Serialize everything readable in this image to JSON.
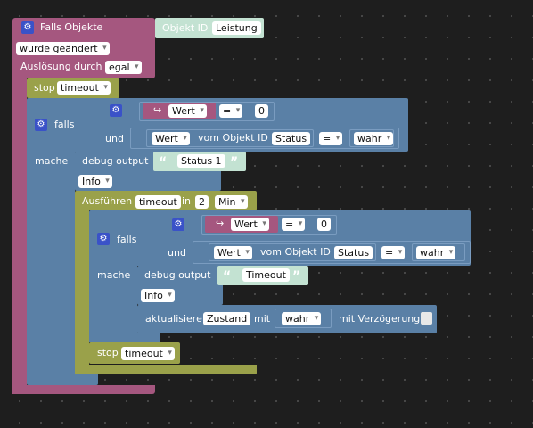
{
  "trigger": {
    "title": "Falls Objekte",
    "object_id_label": "Objekt ID",
    "object_id_value": "Leistung",
    "changed_option": "wurde geändert",
    "trigger_by_label": "Auslösung durch",
    "trigger_by_value": "egal"
  },
  "stop_top": {
    "label": "stop",
    "value": "timeout"
  },
  "if_outer": {
    "falls_label": "falls",
    "und_label": "und",
    "mache_label": "mache",
    "var_label": "Wert",
    "op": "=",
    "number": "0",
    "cond2_field": "Wert",
    "cond2_mid": "vom Objekt ID",
    "cond2_id": "Status",
    "cond2_op": "=",
    "cond2_value": "wahr"
  },
  "debug1": {
    "label": "debug output",
    "text": "Status 1",
    "level": "Info"
  },
  "timeout_block": {
    "label": "Ausführen",
    "name": "timeout",
    "in_label": "in",
    "amount": "2",
    "unit": "Min"
  },
  "if_inner": {
    "falls_label": "falls",
    "und_label": "und",
    "mache_label": "mache",
    "var_label": "Wert",
    "op": "=",
    "number": "0",
    "cond2_field": "Wert",
    "cond2_mid": "vom Objekt ID",
    "cond2_id": "Status",
    "cond2_op": "=",
    "cond2_value": "wahr"
  },
  "debug2": {
    "label": "debug output",
    "text": "Timeout",
    "level": "Info"
  },
  "update": {
    "label": "aktualisiere",
    "target": "Zustand",
    "mit_label": "mit",
    "value": "wahr",
    "delay_label": "mit Verzögerung"
  },
  "stop_bottom": {
    "label": "stop",
    "value": "timeout"
  },
  "icons": {
    "gear": "gear-icon",
    "var": "arrow-icon"
  },
  "colors": {
    "event": "#a5577f",
    "timer": "#9aa14a",
    "logic": "#5a80a6",
    "text": "#c3e2d2",
    "gear": "#3a52c8"
  }
}
